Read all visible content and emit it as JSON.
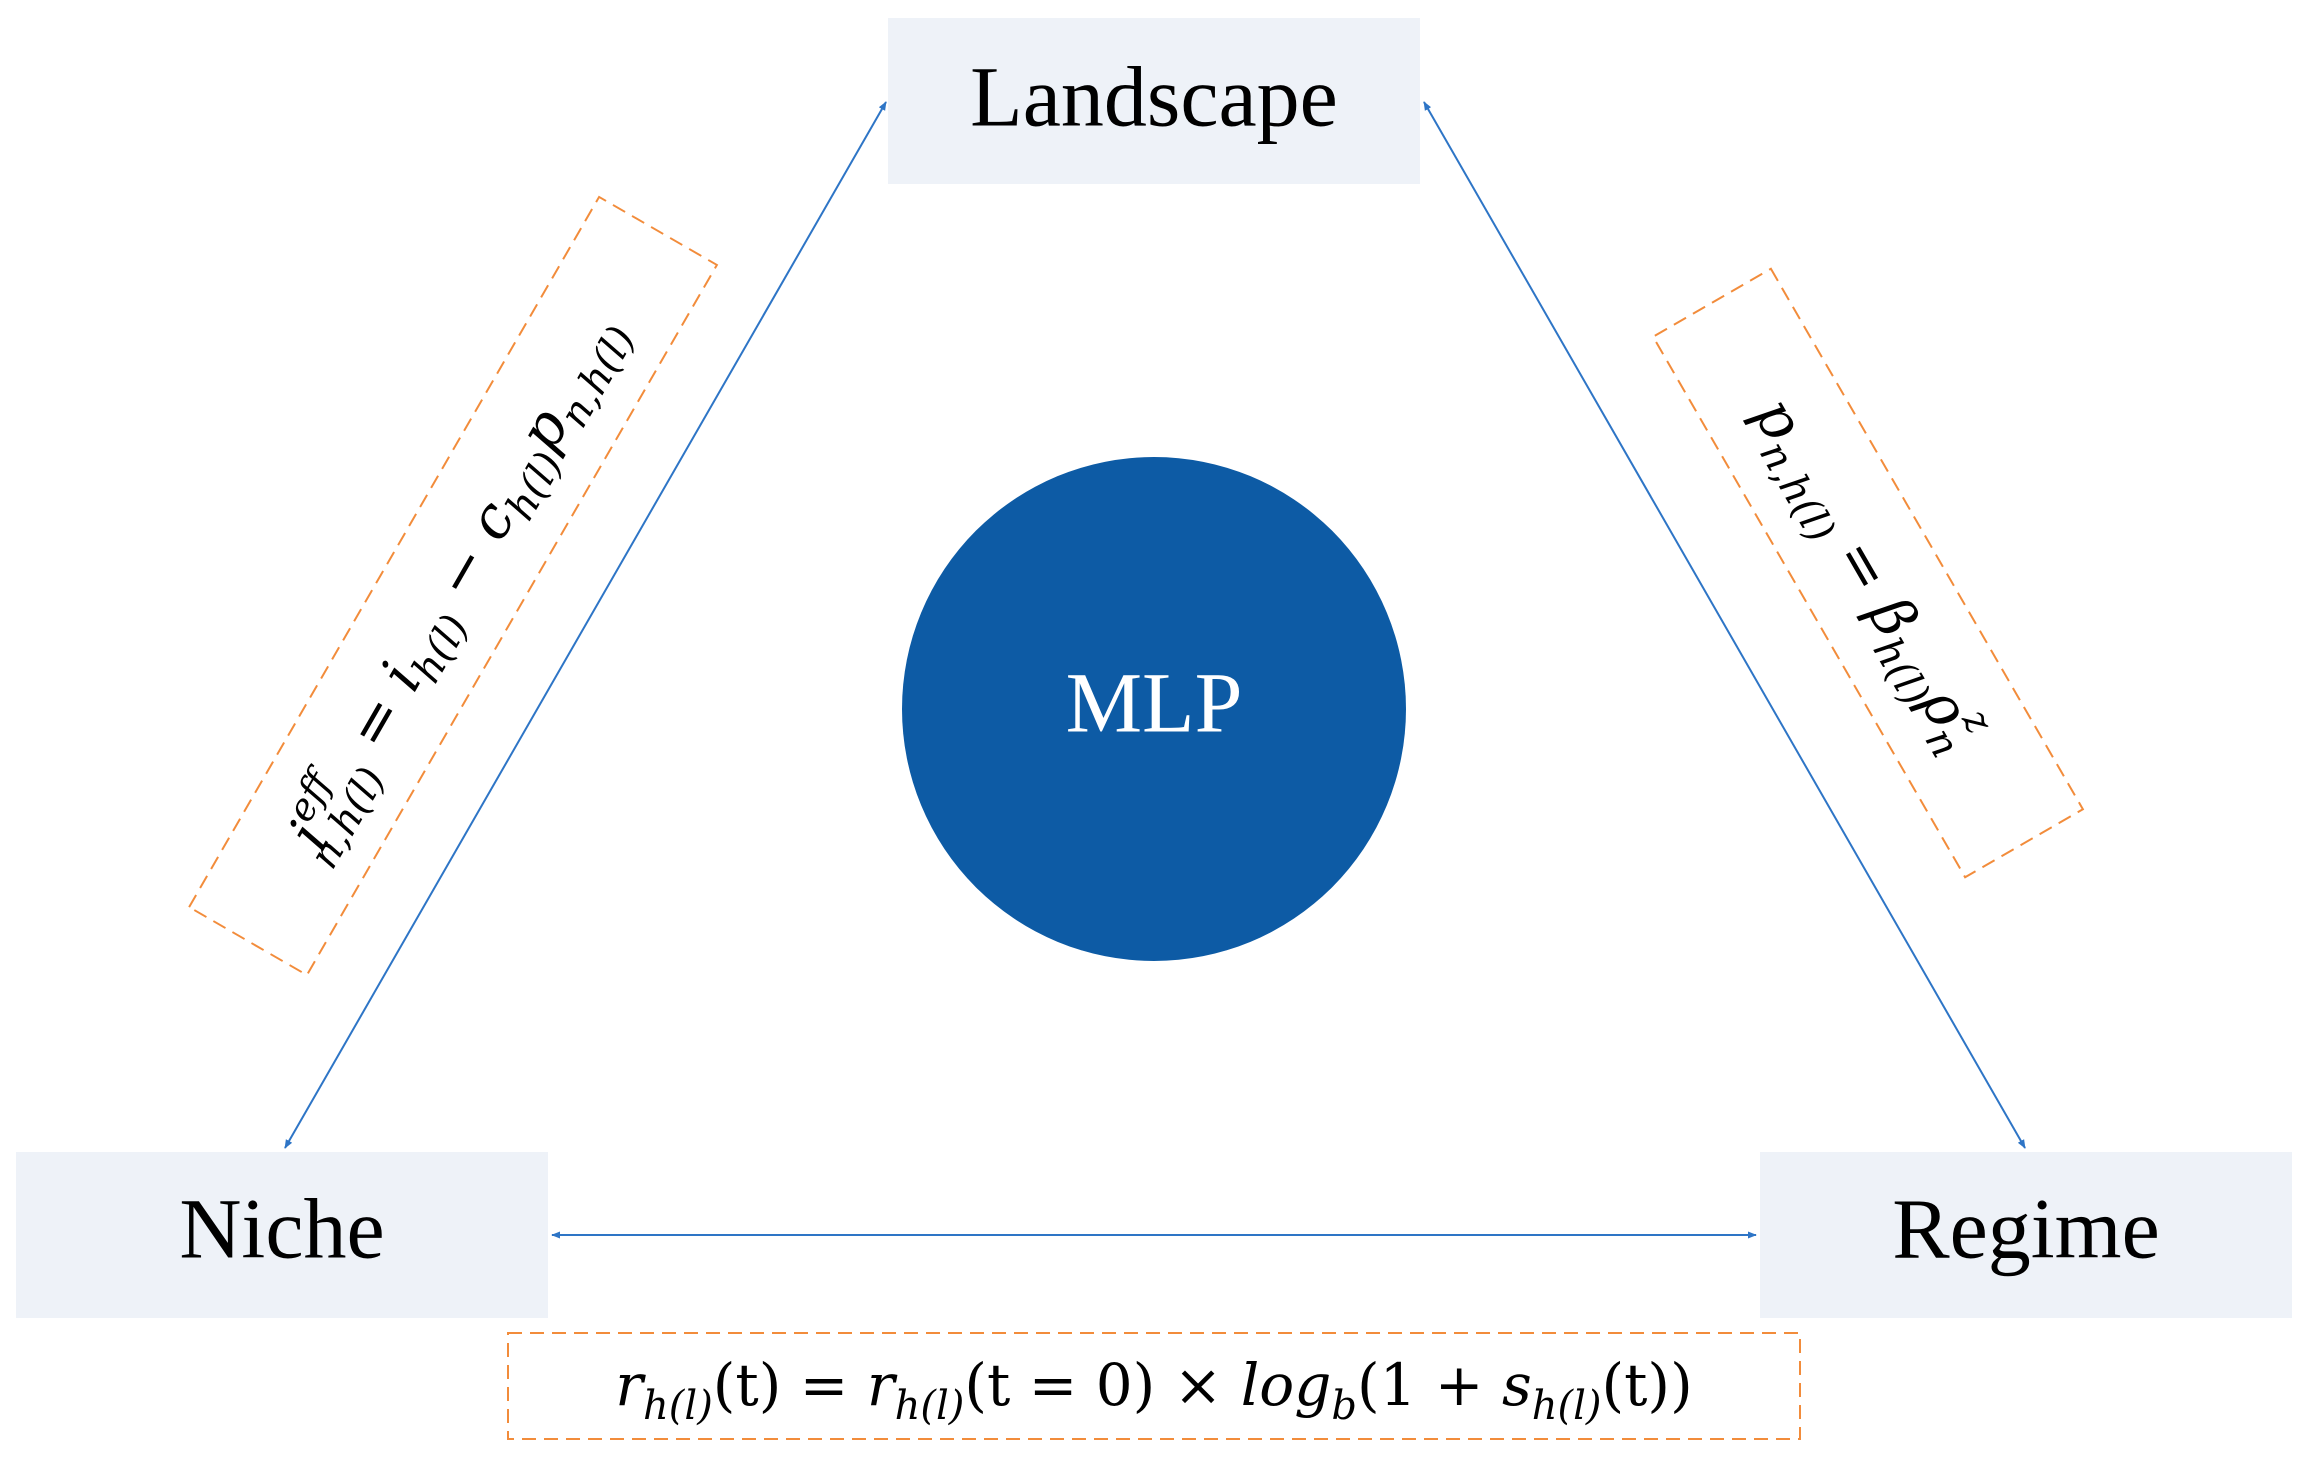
{
  "nodes": {
    "landscape": "Landscape",
    "niche": "Niche",
    "regime": "Regime",
    "center": "MLP"
  },
  "formulas": {
    "niche_landscape": {
      "i": "i",
      "eff": "eff",
      "nh": "n,h(l)",
      "eq": " = ",
      "i2": "i",
      "hl": "h(l)",
      "minus": " − ",
      "c": "c",
      "hl2": "h(l)",
      "p": "p",
      "nh2": "n,h(l)"
    },
    "landscape_regime": {
      "p": "p",
      "nh": "n,h(l)",
      "eq": " = ",
      "beta": "β",
      "hl": "h(l)",
      "rho": "ρ",
      "n": "n",
      "z": "z"
    },
    "niche_regime": {
      "r": "r",
      "hl": "h(l)",
      "t": "(t) = ",
      "r2": "r",
      "hl2": "h(l)",
      "t0": "(t = 0) × ",
      "log": "log",
      "b": "b",
      "open": "(1 + ",
      "s": "s",
      "hl3": "h(l)",
      "close": "(t))"
    }
  },
  "colors": {
    "node_box": "#eef2f8",
    "center_circle": "#0d5ba5",
    "arrow": "#2e75c6",
    "formula_border": "#f28c3b"
  }
}
